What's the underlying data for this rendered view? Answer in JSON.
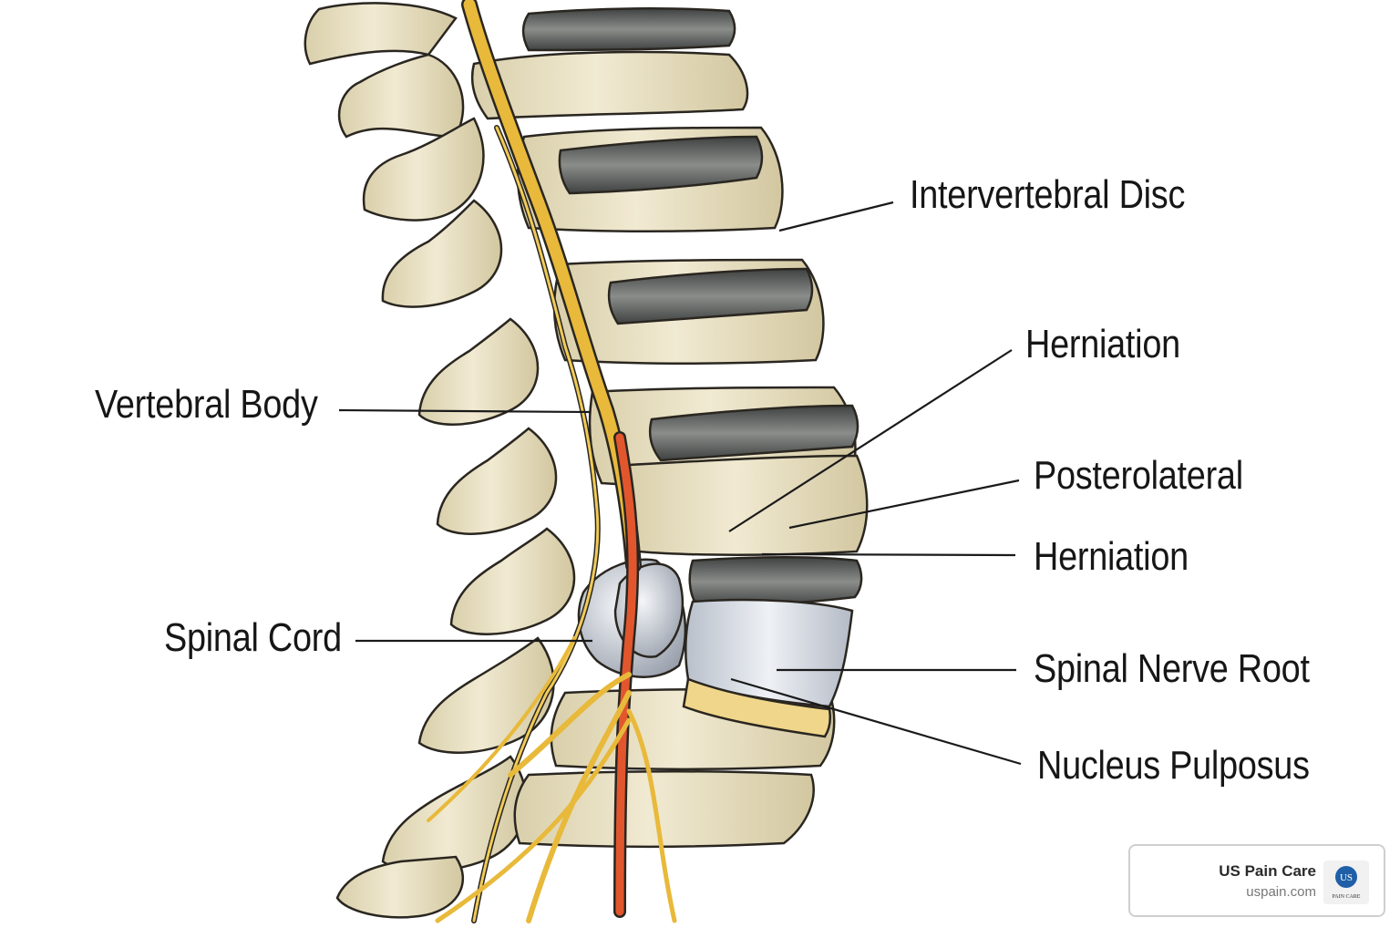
{
  "labels": {
    "intervertebral_disc": "Intervertebral Disc",
    "herniation_upper": "Herniation",
    "vertebral_body": "Vertebral Body",
    "posterolateral": "Posterolateral",
    "herniation_lower": "Herniation",
    "spinal_cord": "Spinal Cord",
    "spinal_nerve_root": "Spinal Nerve Root",
    "nucleus_pulposus": "Nucleus Pulposus"
  },
  "credit": {
    "name": "US Pain Care",
    "site": "uspain.com",
    "logo_text": "US",
    "logo_subtext": "PAIN CARE"
  },
  "colors": {
    "bone": "#ece4c8",
    "bone_shadow": "#c9bd98",
    "disc": "#5d605e",
    "nerve": "#e8b93a",
    "cord_inflamed": "#e2562e",
    "herniated_disc": "#cdd3dc",
    "outline": "#2a2620",
    "leader_line": "#1a1a1a",
    "logo_blue": "#1f5fa8"
  }
}
